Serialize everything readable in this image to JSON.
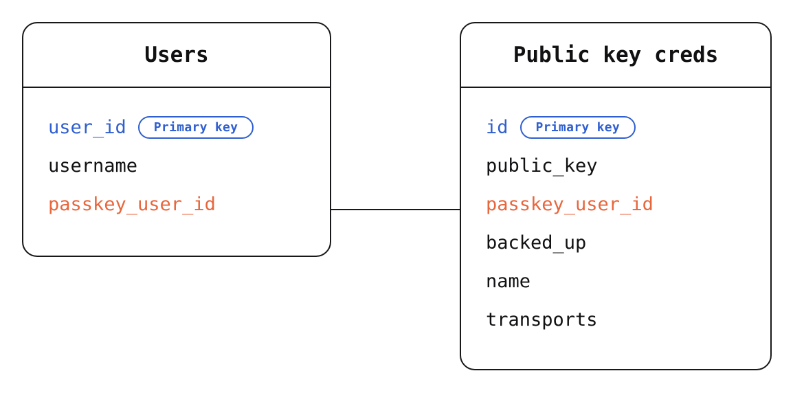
{
  "diagram": {
    "type": "entity-relationship",
    "background_color": "#ffffff",
    "colors": {
      "border": "#18181a",
      "text": "#111113",
      "primary_key": "#2f5fd0",
      "foreign_key": "#e8663c"
    },
    "entities": [
      {
        "id": "users",
        "title": "Users",
        "fields": [
          {
            "name": "user_id",
            "role": "primary",
            "badge": "Primary key"
          },
          {
            "name": "username",
            "role": "plain",
            "badge": null
          },
          {
            "name": "passkey_user_id",
            "role": "foreign",
            "badge": null
          }
        ]
      },
      {
        "id": "public_key_creds",
        "title": "Public key creds",
        "fields": [
          {
            "name": "id",
            "role": "primary",
            "badge": "Primary key"
          },
          {
            "name": "public_key",
            "role": "plain",
            "badge": null
          },
          {
            "name": "passkey_user_id",
            "role": "foreign",
            "badge": null
          },
          {
            "name": "backed_up",
            "role": "plain",
            "badge": null
          },
          {
            "name": "name",
            "role": "plain",
            "badge": null
          },
          {
            "name": "transports",
            "role": "plain",
            "badge": null
          }
        ]
      }
    ],
    "relationships": [
      {
        "from_entity": "users",
        "from_field": "passkey_user_id",
        "to_entity": "public_key_creds",
        "to_field": "passkey_user_id",
        "style": "solid-line"
      }
    ]
  }
}
